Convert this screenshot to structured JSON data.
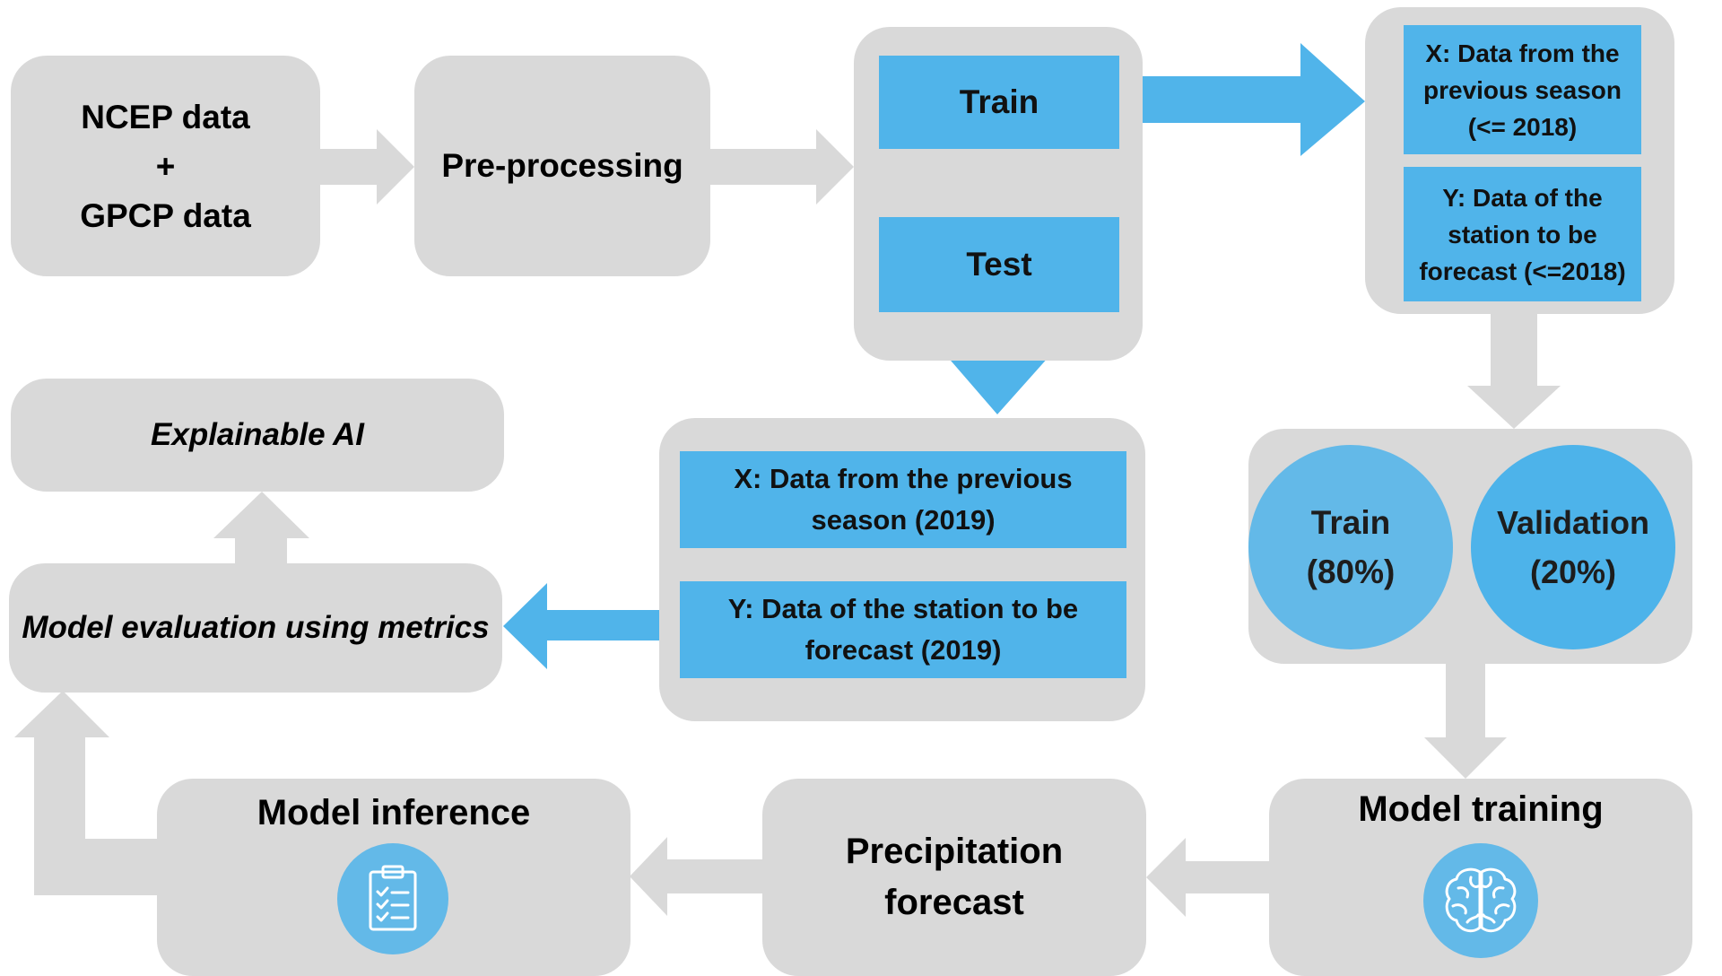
{
  "nodes": {
    "ncep": {
      "line1": "NCEP data",
      "line2": "+",
      "line3": "GPCP data"
    },
    "preprocessing": "Pre-processing",
    "split_train": "Train",
    "split_test": "Test",
    "train_x": {
      "line1": "X: Data from the",
      "line2": "previous season",
      "line3": "(<= 2018)"
    },
    "train_y": {
      "line1": "Y: Data of the",
      "line2": "station to be",
      "line3": "forecast (<=2018)"
    },
    "test_x": {
      "line1": "X: Data from the previous",
      "line2": "season (2019)"
    },
    "test_y": {
      "line1": "Y: Data of the station to be",
      "line2": "forecast (2019)"
    },
    "train_circle": {
      "line1": "Train",
      "line2": "(80%)"
    },
    "validation_circle": {
      "line1": "Validation",
      "line2": "(20%)"
    },
    "model_training": "Model training",
    "precip_forecast": {
      "line1": "Precipitation",
      "line2": "forecast"
    },
    "model_inference": "Model inference",
    "model_evaluation": "Model evaluation using metrics",
    "explainable_ai": "Explainable AI"
  },
  "icons": {
    "training": "brain-icon",
    "inference": "clipboard-checklist-icon"
  },
  "colors": {
    "box": "#d9d9d9",
    "accent": "#50b4ea",
    "arrow_gray": "#d9d9d9"
  }
}
